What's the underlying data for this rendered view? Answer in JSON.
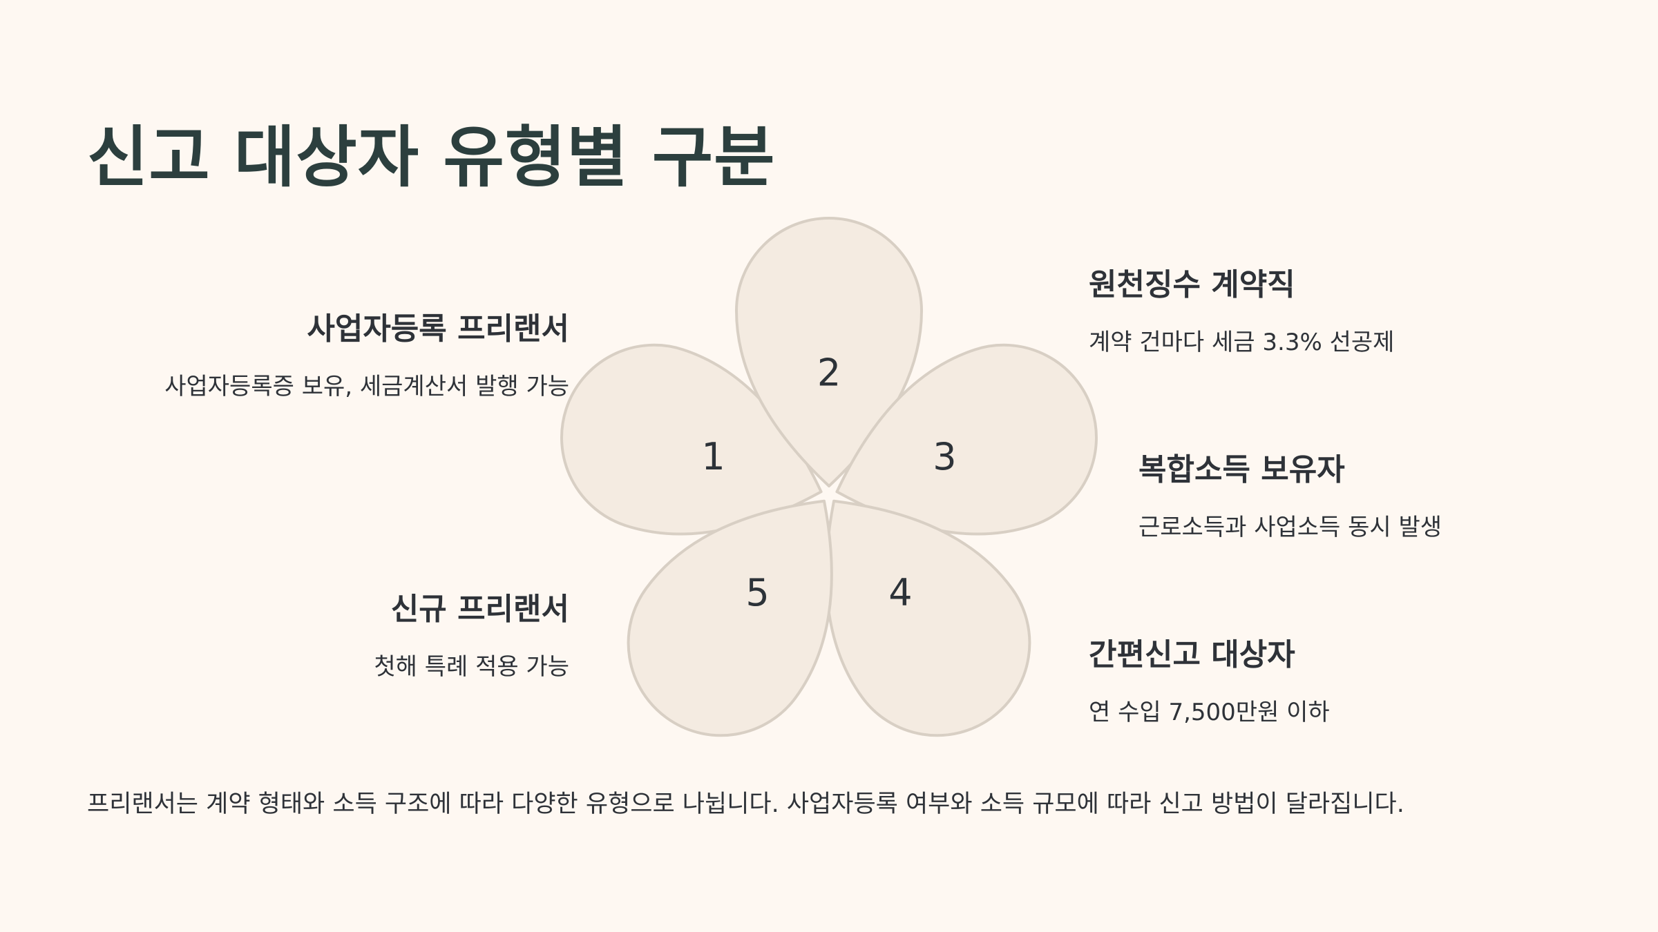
{
  "title": "신고 대상자 유형별 구분",
  "items": [
    {
      "number": "1",
      "title": "사업자등록 프리랜서",
      "desc": "사업자등록증 보유, 세금계산서 발행 가능"
    },
    {
      "number": "2",
      "title": "원천징수 계약직",
      "desc": "계약 건마다 세금 3.3% 선공제"
    },
    {
      "number": "3",
      "title": "복합소득 보유자",
      "desc": "근로소득과 사업소득 동시 발생"
    },
    {
      "number": "4",
      "title": "간편신고 대상자",
      "desc": "연 수입 7,500만원 이하"
    },
    {
      "number": "5",
      "title": "신규 프리랜서",
      "desc": "첫해 특례 적용 가능"
    }
  ],
  "footer": "프리랜서는 계약 형태와 소득 구조에 따라 다양한 유형으로 나뉩니다. 사업자등록 여부와 소득 규모에 따라 신고 방법이 달라집니다.",
  "colors": {
    "background": "#fef8f2",
    "petal_fill": "#f4ebe1",
    "petal_stroke": "#d8cfc4",
    "title": "#2c3f3e"
  }
}
